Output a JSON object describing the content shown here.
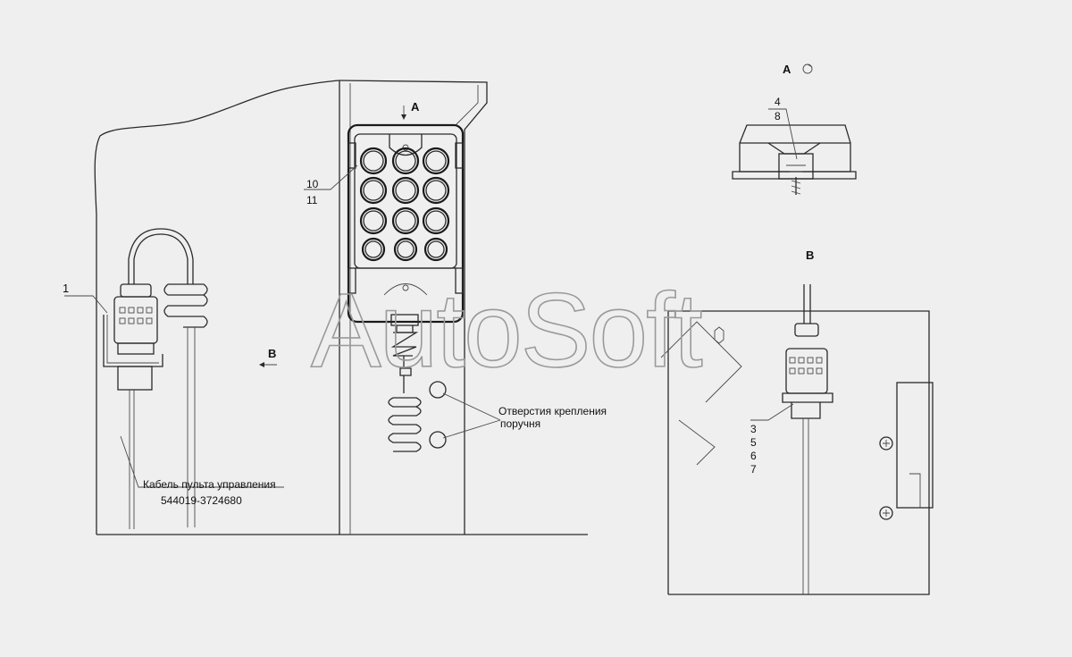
{
  "watermark": "AutoSoft",
  "labels": {
    "callout_1": "1",
    "callout_10": "10",
    "callout_11": "11",
    "callout_4": "4",
    "callout_8": "8",
    "callout_3": "3",
    "callout_5": "5",
    "callout_6": "6",
    "callout_7": "7",
    "view_a_arrow": "A",
    "view_a_title": "A",
    "view_b_arrow": "B",
    "view_b_title": "B",
    "holes_line1": "Отверстия крепления",
    "holes_line2": "поручня",
    "cable_line1": "Кабель пульта управления",
    "cable_line2": "544019-3724680"
  },
  "colors": {
    "background": "#efefef",
    "line": "#2a2a2a",
    "watermark": "#9a9a9a"
  }
}
